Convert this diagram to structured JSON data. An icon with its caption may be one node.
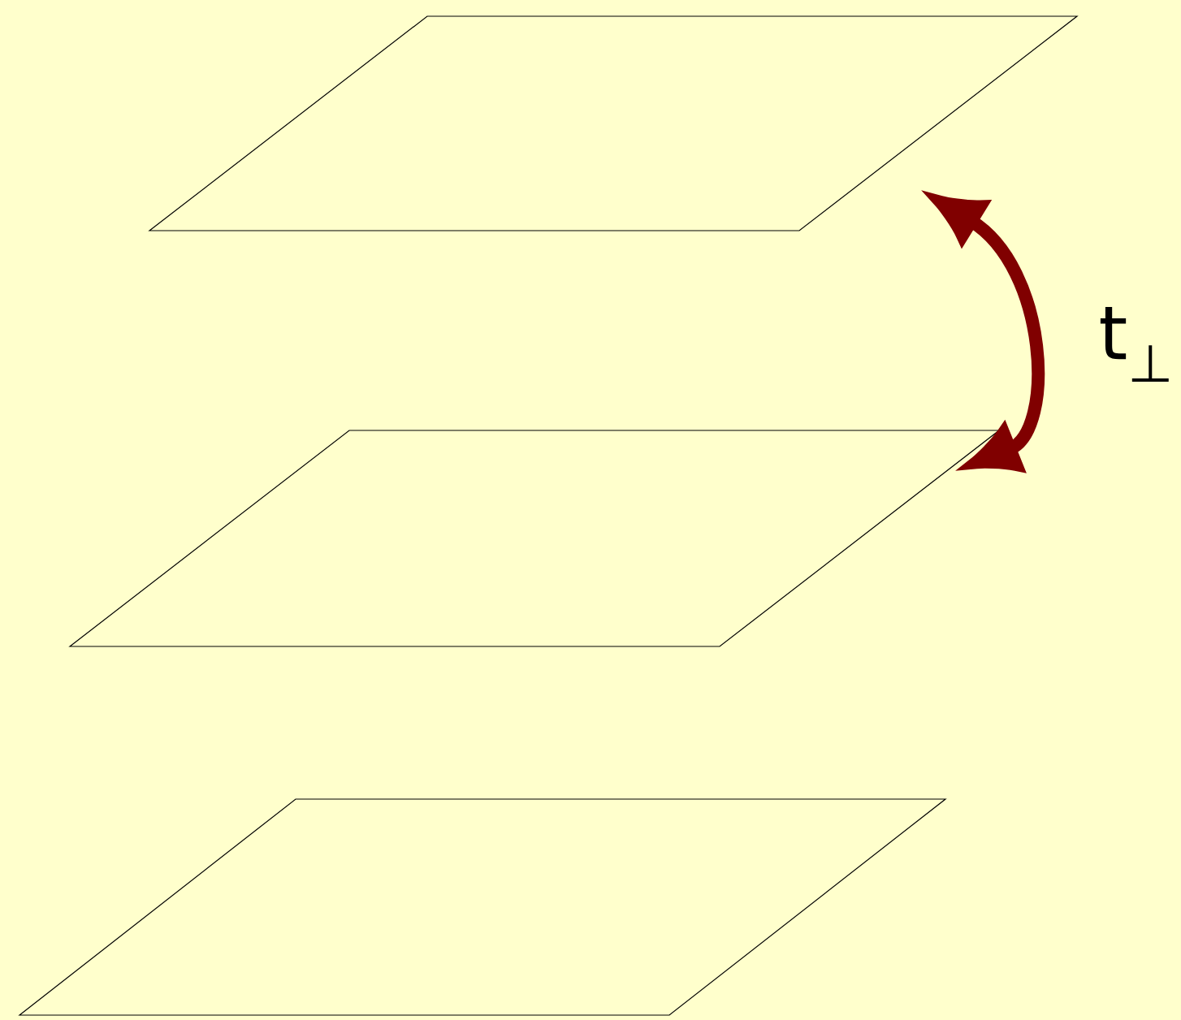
{
  "diagram": {
    "nodes": [
      {
        "text": [],
        "shape": "parallelogram"
      },
      {
        "text": [],
        "shape": "parallelogram"
      },
      {
        "text": [],
        "shape": "parallelogram"
      }
    ],
    "edges": [
      {
        "from": 0,
        "to": 1,
        "arrow": "both",
        "label": "t$_{⊥}$",
        "color": "#800000"
      }
    ]
  }
}
